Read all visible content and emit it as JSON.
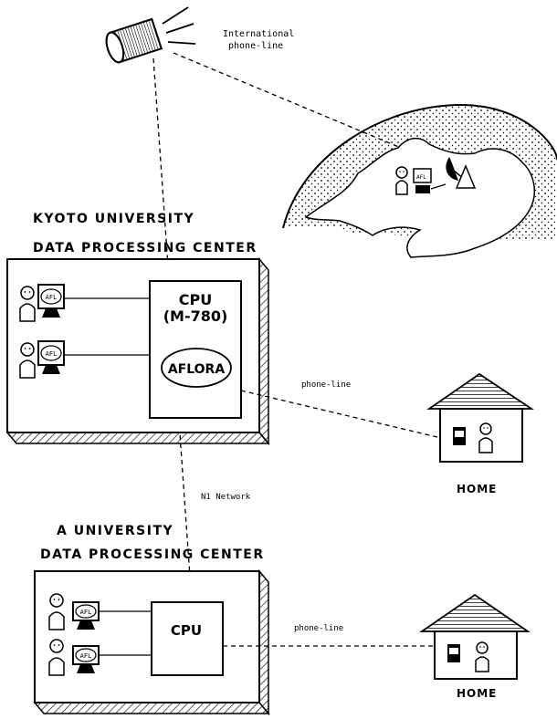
{
  "satellite": {
    "label_line1": "International",
    "label_line2": "phone-line"
  },
  "kyoto_center": {
    "title_line1": "KYOTO UNIVERSITY",
    "title_line2": "DATA PROCESSING CENTER",
    "cpu_line1": "CPU",
    "cpu_line2": "(M-780)",
    "system": "AFLORA",
    "terminal_label": "AFL"
  },
  "a_center": {
    "title_line1": "A UNIVERSITY",
    "title_line2": "DATA PROCESSING CENTER",
    "cpu": "CPU",
    "terminal_label": "AFL"
  },
  "links": {
    "phone_line_upper": "phone-line",
    "phone_line_lower": "phone-line",
    "network": "N1 Network"
  },
  "homes": {
    "upper": "HOME",
    "lower": "HOME"
  },
  "globe": {
    "terminal_label": "AFL"
  }
}
